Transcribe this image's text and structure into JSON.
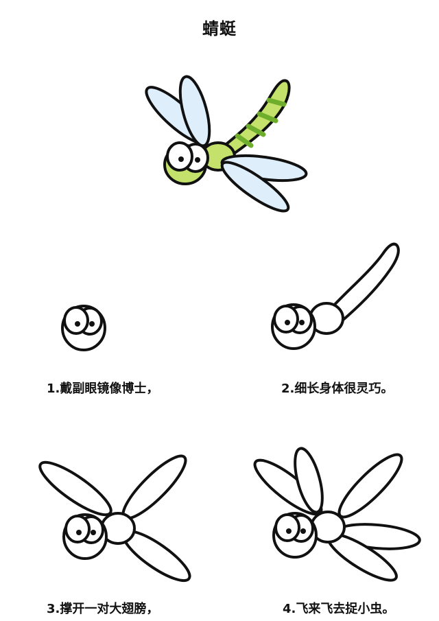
{
  "title": "蜻蜓",
  "steps": [
    {
      "caption": "1.戴副眼镜像博士，"
    },
    {
      "caption": "2.细长身体很灵巧。"
    },
    {
      "caption": "3.撑开一对大翅膀，"
    },
    {
      "caption": "4.飞来飞去捉小虫。"
    }
  ],
  "colors": {
    "wing_fill": "#dfeefb",
    "body_fill": "#c4e26b",
    "stripe": "#6fae2c",
    "outline": "#111111"
  }
}
